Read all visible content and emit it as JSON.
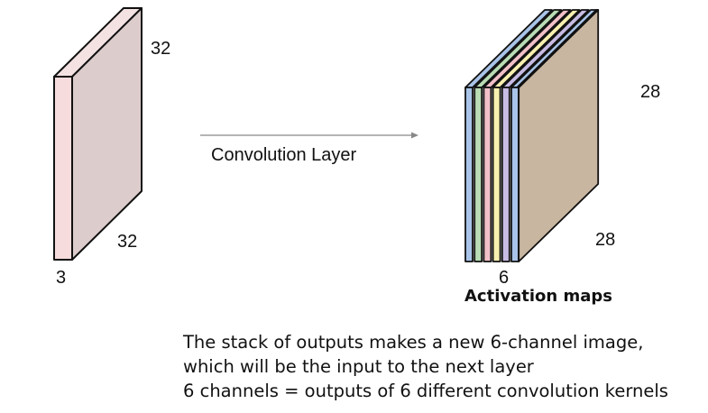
{
  "input_volume": {
    "height_label": "32",
    "width_label": "32",
    "depth_label": "3",
    "colors": {
      "front": "#f6dcdc",
      "top": "#f4e2e2",
      "side": "#dccccc",
      "edge": "#111111"
    }
  },
  "operation": {
    "label": "Convolution Layer",
    "arrow_color": "#888888"
  },
  "output_volume": {
    "height_label": "28",
    "width_label": "28",
    "depth_label": "6",
    "title": "Activation maps",
    "layer_colors": [
      "#a9c4e8",
      "#b9dcb4",
      "#f2c0c8",
      "#f8f0b0",
      "#c8bce4",
      "#a9c4e8"
    ],
    "back_colors": {
      "face": "#c8b6a0",
      "top": "#ece0c8",
      "side": "#b8a690"
    }
  },
  "caption": {
    "lines": [
      "The stack of outputs makes a new 6-channel image,",
      "which will be the input to the next layer",
      "6 channels = outputs of 6 different convolution kernels"
    ]
  }
}
